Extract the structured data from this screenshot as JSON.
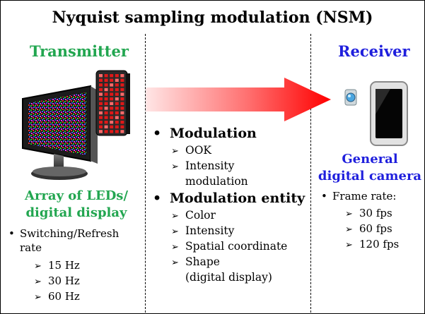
{
  "title": "Nyquist sampling modulation (NSM)",
  "transmitter": {
    "heading": "Transmitter",
    "device_title": [
      "Array of LEDs/",
      "digital display"
    ],
    "bullet": [
      "Switching/Refresh",
      "rate"
    ],
    "rates": [
      "15 Hz",
      "30 Hz",
      "60 Hz"
    ]
  },
  "middle": {
    "modulation_heading": "Modulation",
    "modulation_items": [
      "OOK",
      "Intensity",
      "modulation"
    ],
    "entity_heading": "Modulation entity",
    "entity_items": [
      "Color",
      "Intensity",
      "Spatial coordinate",
      "Shape",
      "(digital display)"
    ]
  },
  "receiver": {
    "heading": "Receiver",
    "device_title": [
      "General",
      "digital camera"
    ],
    "bullet": "Frame rate:",
    "rates": [
      "30 fps",
      "60 fps",
      "120 fps"
    ]
  },
  "symbols": {
    "bullet": "•",
    "arrow": "➢"
  },
  "colors": {
    "transmitter": "#22a650",
    "receiver": "#1f1fdd",
    "arrow_start": "#ffe6e6",
    "arrow_end": "#ff0000"
  },
  "icons": [
    "monitor-icon",
    "led-array-icon",
    "signal-arrow-icon",
    "camera-lens-icon",
    "smartphone-icon"
  ]
}
